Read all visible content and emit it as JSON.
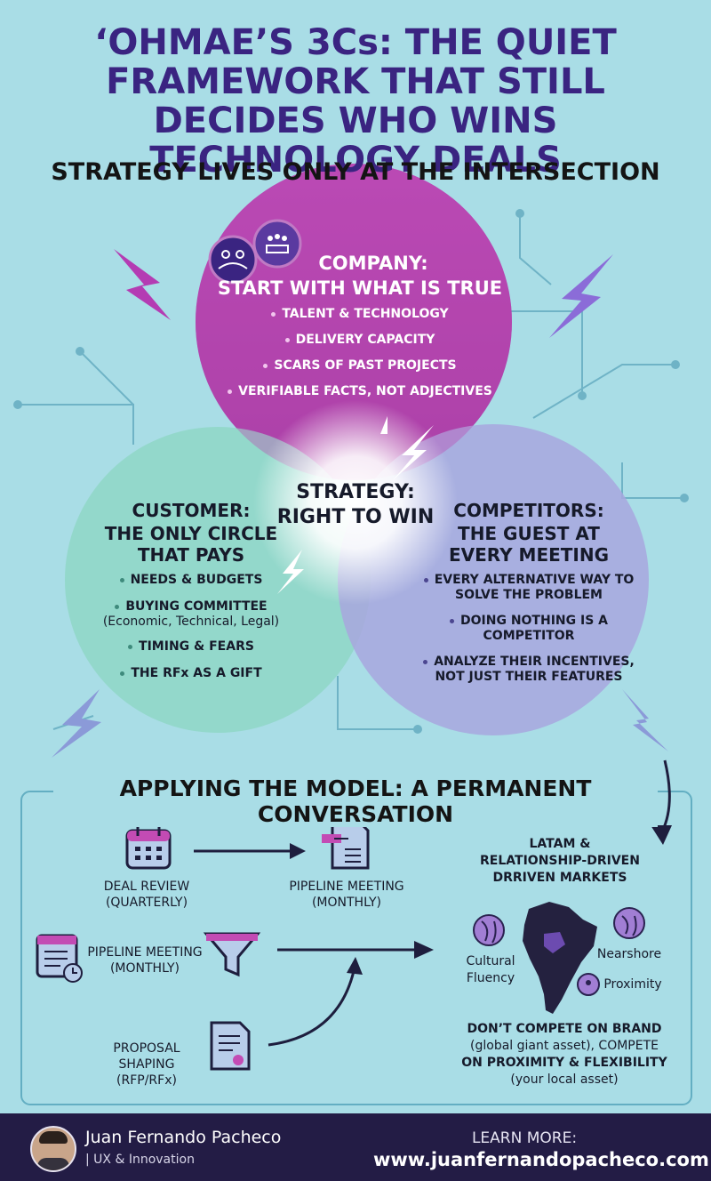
{
  "title": "‘OHMAE’S 3Cs: THE QUIET FRAMEWORK THAT STILL DECIDES WHO WINS TECHNOLOGY DEALS",
  "subtitle": "STRATEGY LIVES ONLY AT THE INTERSECTION",
  "colors": {
    "background": "#a9dde6",
    "company": "#ae2fa6",
    "customer": "#8fd7c5",
    "competitors": "#a8a7de",
    "title": "#3a2481",
    "footer": "#231c45"
  },
  "company": {
    "title": "COMPANY:",
    "subtitle": "START WITH WHAT IS TRUE",
    "bullets": [
      "TALENT & TECHNOLOGY",
      "DELIVERY CAPACITY",
      "SCARS OF PAST PROJECTS",
      "VERIFIABLE FACTS, NOT ADJECTIVES"
    ]
  },
  "customer": {
    "title": "CUSTOMER:",
    "subtitle_line1": "THE ONLY CIRCLE",
    "subtitle_line2": "THAT PAYS",
    "bullets": [
      "NEEDS & BUDGETS",
      "BUYING COMMITTEE",
      "(Economic, Technical, Legal)",
      "TIMING & FEARS",
      "THE RFx AS A GIFT"
    ]
  },
  "competitors": {
    "title": "COMPETITORS:",
    "subtitle_line1": "THE GUEST AT",
    "subtitle_line2": "EVERY MEETING",
    "bullets": [
      "EVERY ALTERNATIVE WAY TO",
      "SOLVE THE PROBLEM",
      "DOING NOTHING IS A",
      "COMPETITOR",
      "ANALYZE THEIR INCENTIVES,",
      "NOT JUST THEIR FEATURES"
    ]
  },
  "center": {
    "line1": "STRATEGY:",
    "line2": "RIGHT TO WIN"
  },
  "apply": {
    "title": "APPLYING THE MODEL: A PERMANENT CONVERSATION",
    "deal_review": [
      "DEAL REVIEW",
      "(QUARTERLY)"
    ],
    "pipeline_top": [
      "PIPELINE MEETING",
      "(MONTHLY)"
    ],
    "pipeline_left": [
      "PIPELINE MEETING",
      "(MONTHLY)"
    ],
    "proposal": [
      "PROPOSAL",
      "SHAPING",
      "(RFP/RFx)"
    ],
    "latam_title": [
      "LATAM &",
      "RELATIONSHIP-DRIVEN",
      "DRRIVEN MARKETS"
    ],
    "cultural": [
      "Cultural",
      "Fluency"
    ],
    "nearshore": "Nearshore",
    "proximity": "Proximity",
    "dont_compete": [
      "DON’T COMPETE ON BRAND",
      "(global giant asset), COMPETE",
      "ON PROXIMITY & FLEXIBILITY",
      "(your local asset)"
    ]
  },
  "footer": {
    "name": "Juan Fernando Pacheco",
    "role": "| UX & Innovation",
    "learn_more": "LEARN MORE:",
    "url": "www.juanfernandopacheco.com"
  }
}
